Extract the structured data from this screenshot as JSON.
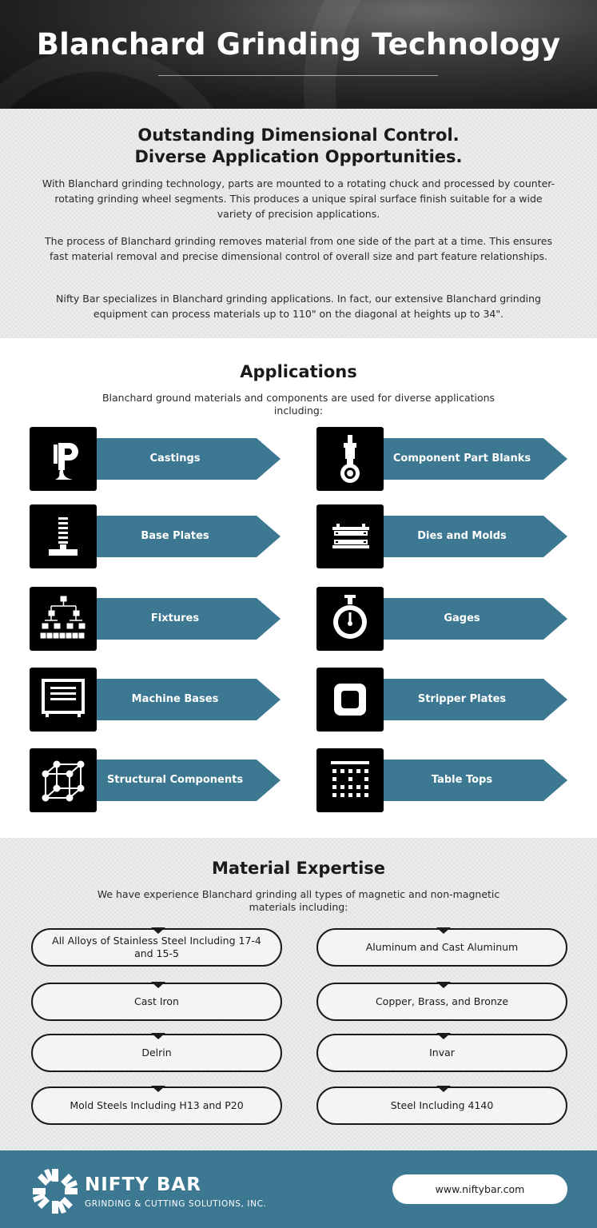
{
  "header": {
    "title": "Blanchard Grinding Technology"
  },
  "intro": {
    "heading_line1": "Outstanding Dimensional Control.",
    "heading_line2": "Diverse Application Opportunities.",
    "paragraph1": "With Blanchard grinding technology, parts are mounted to a rotating chuck and processed by counter-rotating grinding wheel segments. This produces a unique spiral surface finish suitable for a wide variety of precision applications.",
    "paragraph2": "The process of Blanchard grinding removes material from one side of the part at a time. This ensures fast material removal and precise dimensional control of overall size and part feature relationships.",
    "paragraph3": "Nifty Bar specializes in Blanchard grinding applications. In fact, our extensive Blanchard grinding equipment can process materials up to 110\" on the diagonal at heights up to 34\"."
  },
  "applications": {
    "title": "Applications",
    "subtitle": "Blanchard ground materials and components are used for diverse applications including:",
    "items": [
      {
        "label": "Castings",
        "icon": "casting-pour-icon"
      },
      {
        "label": "Component Part Blanks",
        "icon": "component-part-icon"
      },
      {
        "label": "Base Plates",
        "icon": "base-plate-icon"
      },
      {
        "label": "Dies and Molds",
        "icon": "dies-molds-icon"
      },
      {
        "label": "Fixtures",
        "icon": "fixture-hierarchy-icon"
      },
      {
        "label": "Gages",
        "icon": "gage-dial-icon"
      },
      {
        "label": "Machine Bases",
        "icon": "machine-base-icon"
      },
      {
        "label": "Stripper Plates",
        "icon": "stripper-plate-icon"
      },
      {
        "label": "Structural Components",
        "icon": "structural-cube-icon"
      },
      {
        "label": "Table Tops",
        "icon": "table-top-grid-icon"
      }
    ]
  },
  "materials": {
    "title": "Material Expertise",
    "subtitle": "We have experience Blanchard grinding all types of magnetic and non-magnetic materials including:",
    "items": [
      "All Alloys of Stainless Steel Including 17-4 and 15-5",
      "Aluminum and Cast Aluminum",
      "Cast Iron",
      "Copper, Brass, and Bronze",
      "Delrin",
      "Invar",
      "Mold Steels Including H13 and P20",
      "Steel Including 4140"
    ]
  },
  "footer": {
    "brand": "NIFTY BAR",
    "tagline": "GRINDING & CUTTING SOLUTIONS, INC.",
    "url": "www.niftybar.com"
  },
  "colors": {
    "accent": "#3c7892",
    "dark": "#1a1a1a",
    "hero": "#1e1e1e"
  }
}
